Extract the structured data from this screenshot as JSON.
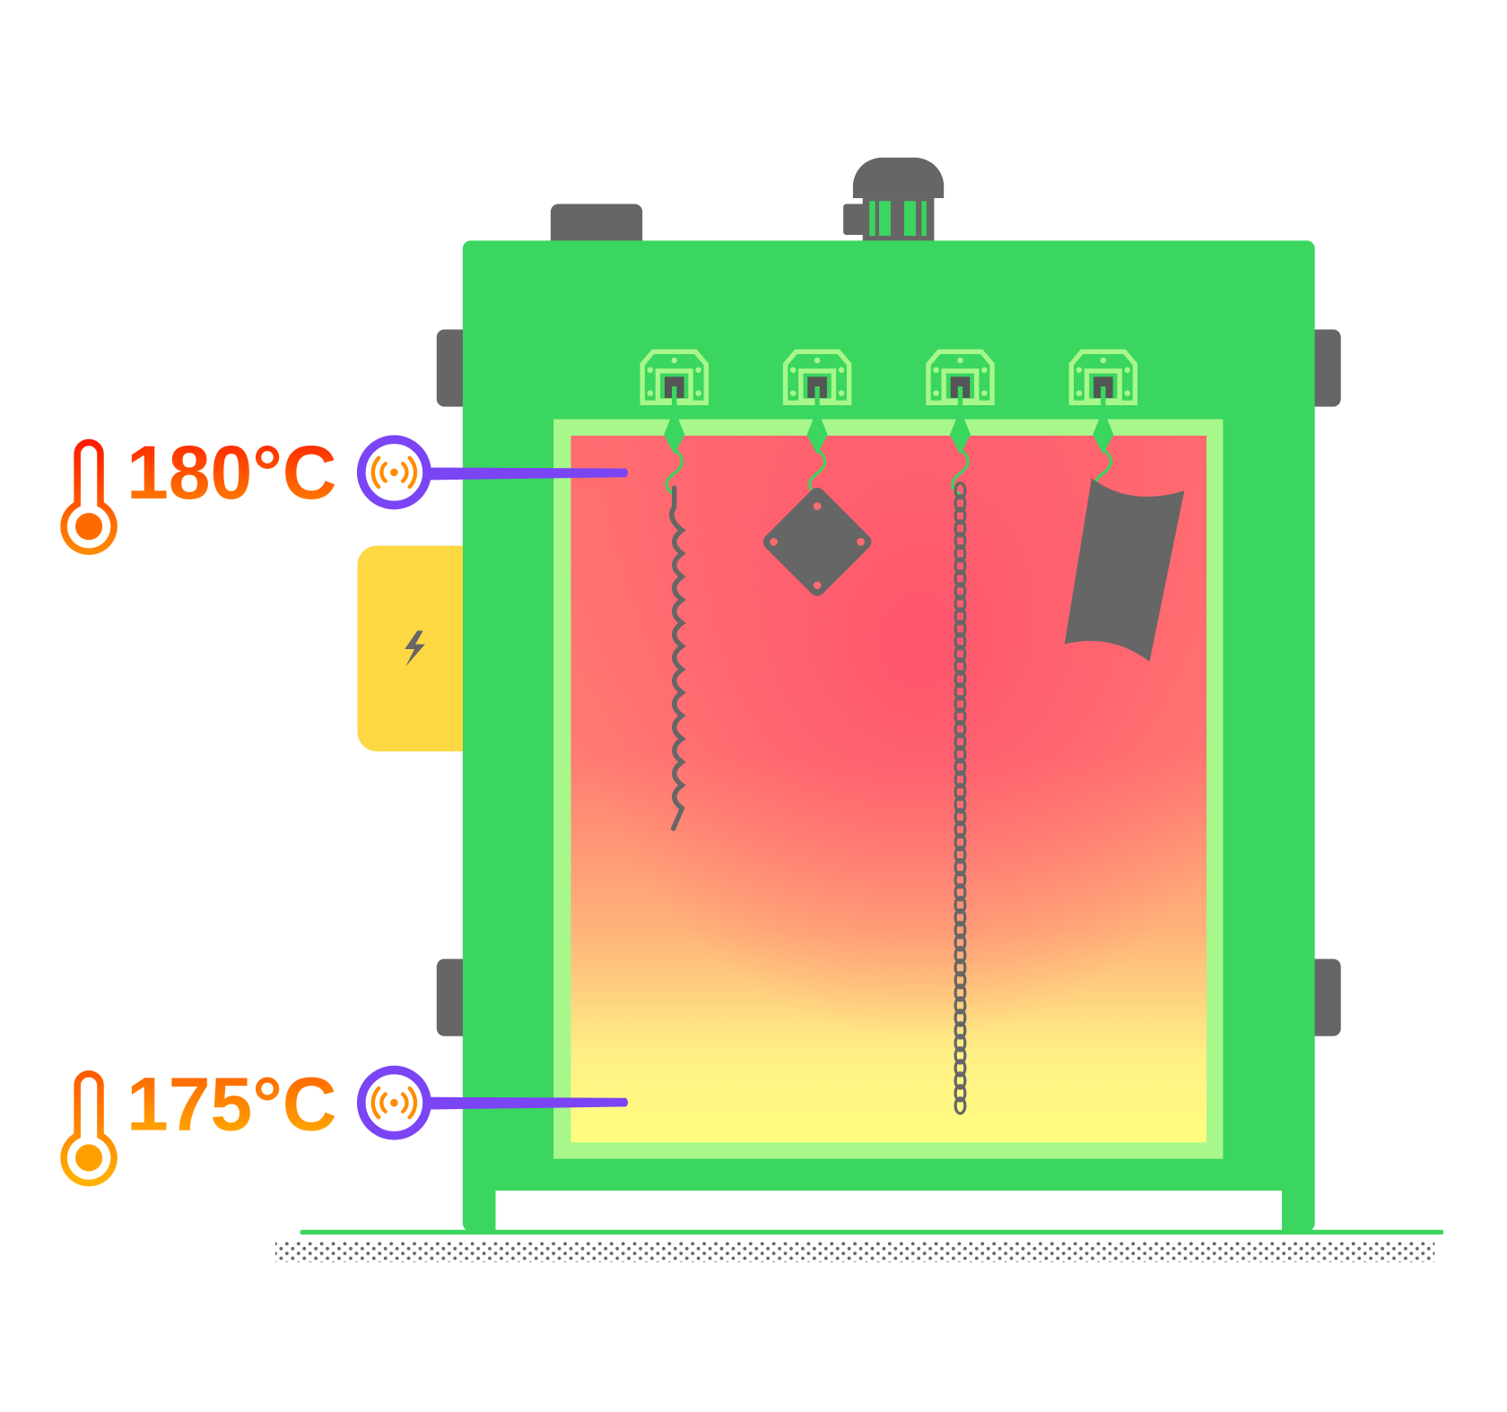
{
  "readings": {
    "top": {
      "value": "180°C",
      "position": "top"
    },
    "bottom": {
      "value": "175°C",
      "position": "bottom"
    }
  },
  "colors": {
    "oven_body": "#3ad65f",
    "frame": "#a8f78a",
    "hardware": "#666666",
    "power_box": "#fdd843",
    "sensor": "#7b44f5",
    "hot": "#ff5a6e",
    "warm": "#fffd80"
  },
  "icons": [
    "thermometer-icon",
    "sensor-signal-icon",
    "lightning-bolt-icon"
  ]
}
